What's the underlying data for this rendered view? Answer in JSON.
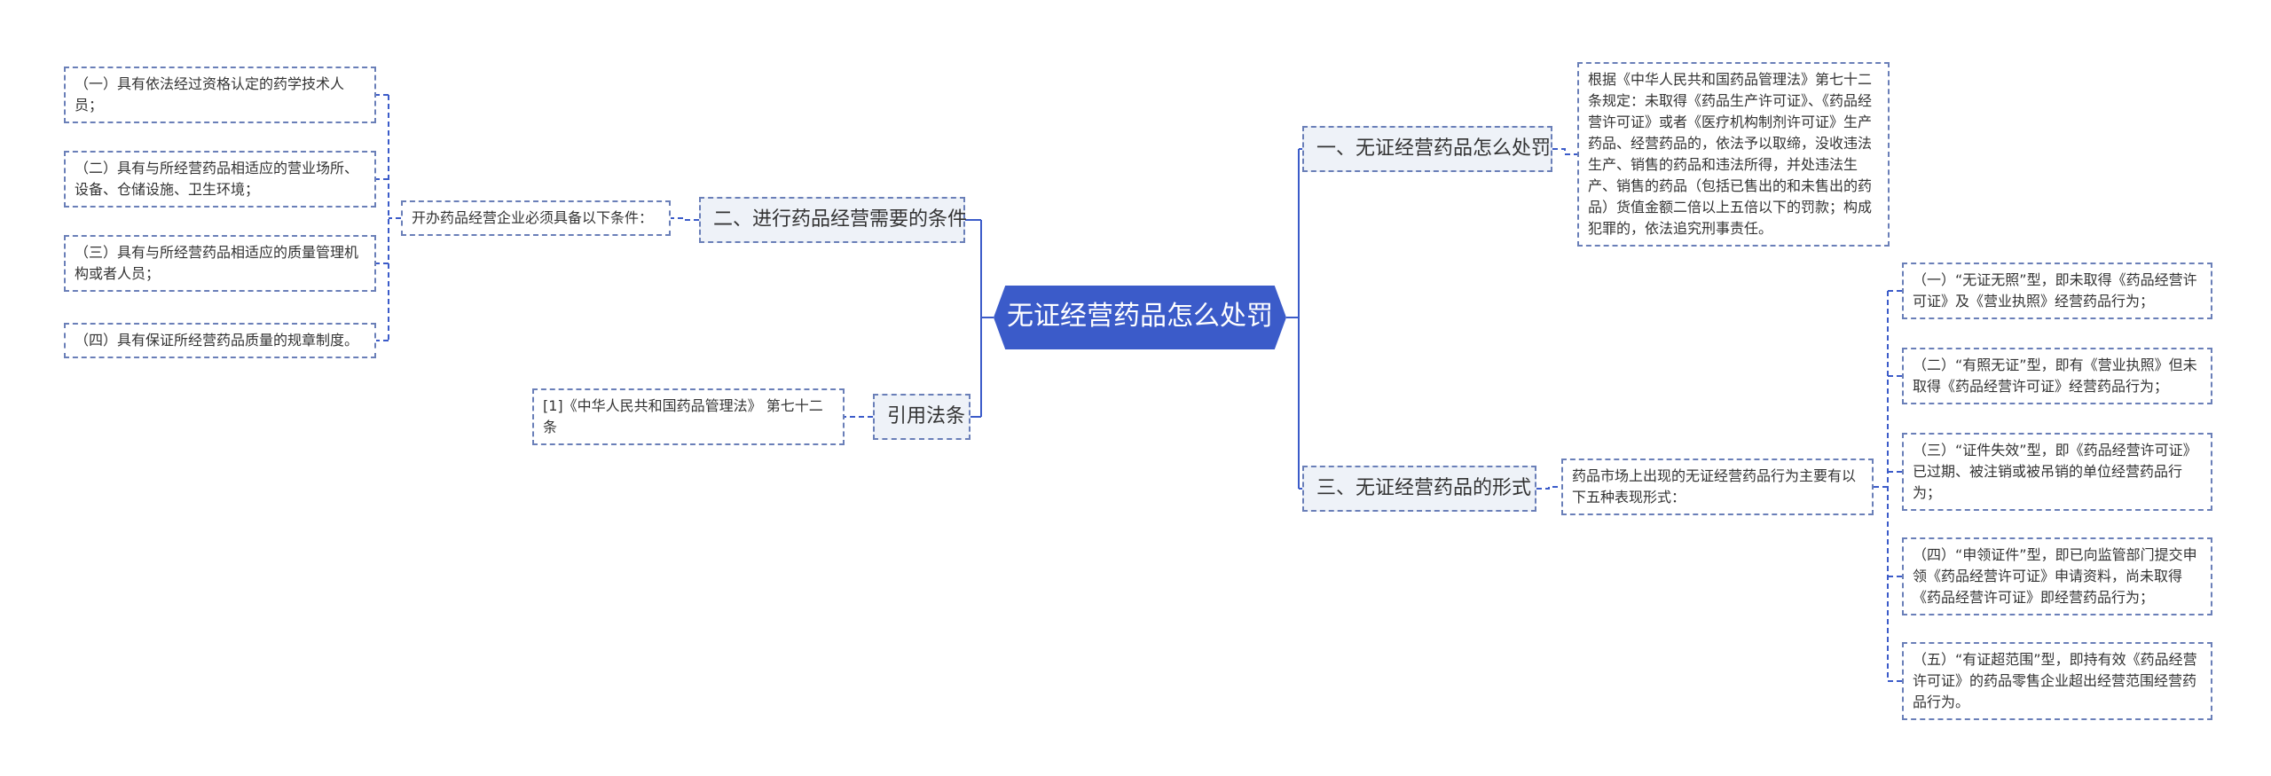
{
  "mindmap": {
    "root": "无证经营药品怎么处罚",
    "branches": [
      {
        "label": "一、无证经营药品怎么处罚",
        "detail": "根据《中华人民共和国药品管理法》第七十二条规定：未取得《药品生产许可证》、《药品经营许可证》或者《医疗机构制剂许可证》生产药品、经营药品的，依法予以取缔，没收违法生产、销售的药品和违法所得，并处违法生产、销售的药品（包括已售出的和未售出的药品）货值金额二倍以上五倍以下的罚款；构成犯罪的，依法追究刑事责任。"
      },
      {
        "label": "二、进行药品经营需要的条件",
        "intro": "开办药品经营企业必须具备以下条件：",
        "items": [
          "（一）具有依法经过资格认定的药学技术人员；",
          "（二）具有与所经营药品相适应的营业场所、设备、仓储设施、卫生环境；",
          "（三）具有与所经营药品相适应的质量管理机构或者人员；",
          "（四）具有保证所经营药品质量的规章制度。"
        ]
      },
      {
        "label": "三、无证经营药品的形式",
        "intro": "药品市场上出现的无证经营药品行为主要有以下五种表现形式：",
        "items": [
          "（一）“无证无照”型，即未取得《药品经营许可证》及《营业执照》经营药品行为；",
          "（二）“有照无证”型，即有《营业执照》但未取得《药品经营许可证》经营药品行为；",
          "（三）“证件失效”型，即《药品经营许可证》已过期、被注销或被吊销的单位经营药品行为；",
          "（四）“申领证件”型，即已向监管部门提交申领《药品经营许可证》申请资料，尚未取得《药品经营许可证》即经营药品行为；",
          "（五）“有证超范围”型，即持有效《药品经营许可证》的药品零售企业超出经营范围经营药品行为。"
        ]
      },
      {
        "label": "引用法条",
        "detail": "[1]《中华人民共和国药品管理法》 第七十二条"
      }
    ],
    "colors": {
      "root_fill": "#3b5bc9",
      "branch_fill": "#eef2f8",
      "border": "#6a7fb8",
      "connector": "#3b5bc9"
    }
  }
}
